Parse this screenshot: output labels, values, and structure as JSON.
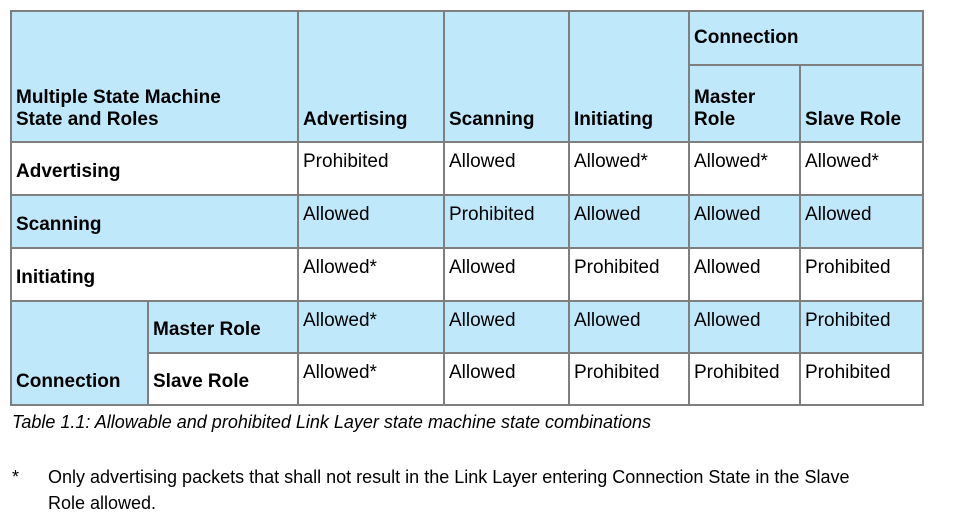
{
  "table": {
    "corner_label_line1": "Multiple State Machine",
    "corner_label_line2": "State and Roles",
    "col_headers": {
      "advertising": "Advertising",
      "scanning": "Scanning",
      "initiating": "Initiating",
      "connection_group": "Connection",
      "master_role_line1": "Master",
      "master_role_line2": "Role",
      "slave_role": "Slave Role"
    },
    "rows": [
      {
        "label": "Advertising",
        "values": [
          "Prohibited",
          "Allowed",
          "Allowed*",
          "Allowed*",
          "Allowed*"
        ]
      },
      {
        "label": "Scanning",
        "values": [
          "Allowed",
          "Prohibited",
          "Allowed",
          "Allowed",
          "Allowed"
        ]
      },
      {
        "label": "Initiating",
        "values": [
          "Allowed*",
          "Allowed",
          "Prohibited",
          "Allowed",
          "Prohibited"
        ]
      },
      {
        "group_label": "Connection",
        "label": "Master Role",
        "values": [
          "Allowed*",
          "Allowed",
          "Allowed",
          "Allowed",
          "Prohibited"
        ]
      },
      {
        "label": "Slave Role",
        "values": [
          "Allowed*",
          "Allowed",
          "Prohibited",
          "Prohibited",
          "Prohibited"
        ]
      }
    ],
    "colors": {
      "header_bg": "#bfe8fb",
      "border": "#7f7f7f"
    }
  },
  "caption": "Table 1.1:  Allowable and prohibited Link Layer state machine state combinations",
  "footnote": {
    "mark": "*",
    "text": "Only advertising packets that shall not result in the Link Layer entering Connection State in the Slave Role allowed."
  }
}
